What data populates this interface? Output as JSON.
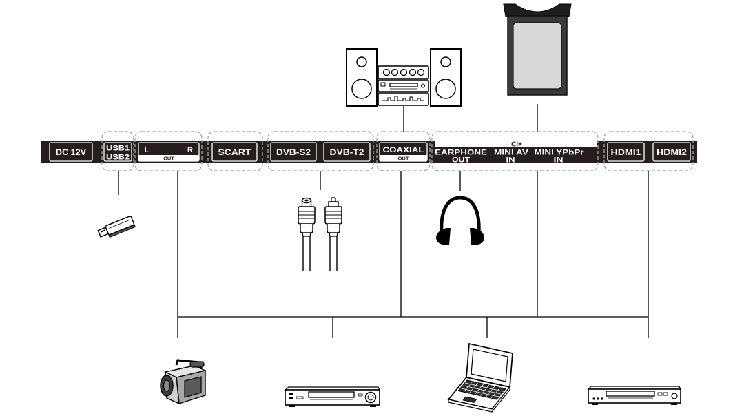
{
  "panel": {
    "dc_in": {
      "label": "DC 12V"
    },
    "usb": {
      "port1": "USB1",
      "port2": "USB2"
    },
    "audio_out": {
      "left": "L",
      "right": "R",
      "caption": "OUT"
    },
    "scart": {
      "label": "SCART"
    },
    "antenna": {
      "satellite": "DVB-S2",
      "terrestrial": "DVB-T2"
    },
    "coaxial": {
      "label": "COAXIAL",
      "caption": "OUT"
    },
    "ci_slot": {
      "label": "CI+"
    },
    "earphone": {
      "label": "EARPHONE",
      "caption": "OUT"
    },
    "mini_av": {
      "label": "MINI AV",
      "caption": "IN"
    },
    "mini_ypbpr": {
      "label": "MINI YPbPr",
      "caption": "IN"
    },
    "hdmi": {
      "port1": "HDMI1",
      "port2": "HDMI2"
    }
  },
  "devices": {
    "top": [
      "stereo-system-icon",
      "ci-card-icon"
    ],
    "middle": [
      "usb-stick-icon",
      "antenna-cable-icon",
      "headphones-icon"
    ],
    "bottom": [
      "camcorder-icon",
      "dvd-player-icon",
      "laptop-icon",
      "set-top-box-icon"
    ]
  },
  "colors": {
    "panel": "#261e1c",
    "port_outline": "#ffffff",
    "group_outline": "#a3a3a3",
    "wire": "#000000"
  }
}
